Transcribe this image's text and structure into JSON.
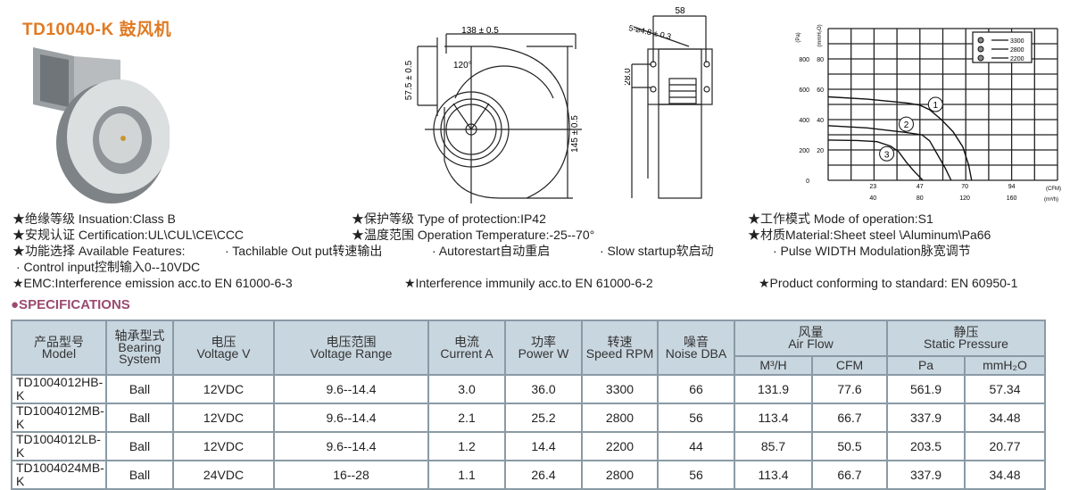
{
  "title": "TD10040-K 鼓风机",
  "drawing": {
    "width_dim": "138 ± 0.5",
    "height_dim": "145 ± 0.5",
    "side_dim": "57.5 ± 0.5",
    "angle": "120°",
    "depth_dim": "58",
    "hole_dim": "5-⌀4.8 ± 0.3",
    "pitch_dim": "28.0"
  },
  "features": {
    "insulation": "★绝缘等级 Insuation:Class B",
    "protection": "★保护等级 Type of protection:IP42",
    "mode": "★工作模式 Mode of operation:S1",
    "certification": "★安规认证 Certification:UL\\CUL\\CE\\CCC",
    "temperature": "★温度范围 Operation Temperature:-25--70°",
    "material": "★材质Material:Sheet steel  \\Aluminum\\Pa66",
    "available": "★功能选择 Available Features:",
    "f1": "· Tachilable Out put转速输出",
    "f2": "· Autorestart自动重启",
    "f3": "· Slow startup软启动",
    "f4": "· Pulse WIDTH Modulation脉宽调节",
    "f5": "· Control input控制输入0--10VDC",
    "emc": "★EMC:Interference emission acc.to EN 61000-6-3",
    "immunity": "★Interference immunily acc.to EN 61000-6-2",
    "standard": "★Product conforming to standard: EN 60950-1"
  },
  "spec_heading": "●SPECIFICATIONS",
  "table": {
    "headers": {
      "model": [
        "产品型号",
        "Model"
      ],
      "bearing": [
        "轴承型式",
        "Bearing",
        "System"
      ],
      "voltage": [
        "电压",
        "Voltage V"
      ],
      "range": [
        "电压范围",
        "Voltage Range"
      ],
      "current": [
        "电流",
        "Current A"
      ],
      "power": [
        "功率",
        "Power W"
      ],
      "speed": [
        "转速",
        "Speed RPM"
      ],
      "noise": [
        "噪音",
        "Noise DBA"
      ],
      "airflow": [
        "风量",
        "Air Flow"
      ],
      "pressure": [
        "静压",
        "Static Pressure"
      ],
      "m3h": "M³/H",
      "cfm": "CFM",
      "pa": "Pa",
      "mmh2o": "mmH₂O"
    },
    "rows": [
      [
        "TD1004012HB-K",
        "Ball",
        "12VDC",
        "9.6--14.4",
        "3.0",
        "36.0",
        "3300",
        "66",
        "131.9",
        "77.6",
        "561.9",
        "57.34"
      ],
      [
        "TD1004012MB-K",
        "Ball",
        "12VDC",
        "9.6--14.4",
        "2.1",
        "25.2",
        "2800",
        "56",
        "113.4",
        "66.7",
        "337.9",
        "34.48"
      ],
      [
        "TD1004012LB-K",
        "Ball",
        "12VDC",
        "9.6--14.4",
        "1.2",
        "14.4",
        "2200",
        "44",
        "85.7",
        "50.5",
        "203.5",
        "20.77"
      ],
      [
        "TD1004024MB-K",
        "Ball",
        "24VDC",
        "16--28",
        "1.1",
        "26.4",
        "2800",
        "56",
        "113.4",
        "66.7",
        "337.9",
        "34.48"
      ]
    ]
  },
  "chart_data": {
    "type": "line",
    "xlabel": "(CFM)",
    "xlabel2": "(m³/h)",
    "ylabel": "(Pa)",
    "ylabel2": "(mmH₂O)",
    "xlim": [
      0,
      117.5
    ],
    "ylim": [
      0,
      1000
    ],
    "x_ticks_cfm": [
      "23",
      "47",
      "70",
      "94"
    ],
    "x_ticks_cfm_values": [
      23,
      47,
      70,
      94
    ],
    "x_ticks_m3h": [
      "40",
      "80",
      "120",
      "160"
    ],
    "y_ticks_pa": [
      "0",
      "200",
      "400",
      "600",
      "800"
    ],
    "y_ticks_pa_values": [
      0,
      200,
      400,
      600,
      800
    ],
    "y_ticks_mmh2o": [
      "20",
      "40",
      "60",
      "80"
    ],
    "grid": true,
    "legend_position": "top-right",
    "series": [
      {
        "name": "3300",
        "marker": "1",
        "x": [
          0,
          20,
          40,
          47,
          52,
          58,
          64,
          69,
          72,
          73.5
        ],
        "y": [
          550,
          535,
          510,
          495,
          465,
          400,
          320,
          220,
          100,
          0
        ],
        "label_at": [
          55,
          500
        ]
      },
      {
        "name": "2800",
        "marker": "2",
        "x": [
          0,
          20,
          40,
          48,
          52,
          56,
          60,
          63
        ],
        "y": [
          360,
          345,
          315,
          300,
          260,
          170,
          80,
          0
        ],
        "label_at": [
          40,
          370
        ]
      },
      {
        "name": "2200",
        "marker": "3",
        "x": [
          0,
          15,
          25,
          32,
          36,
          40,
          44,
          48.5
        ],
        "y": [
          265,
          262,
          255,
          225,
          190,
          120,
          60,
          0
        ],
        "label_at": [
          30,
          175
        ]
      }
    ]
  }
}
